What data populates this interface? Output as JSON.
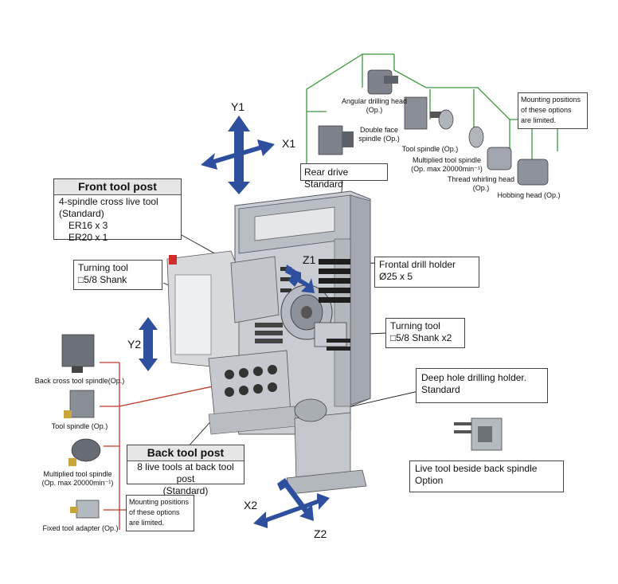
{
  "axes": {
    "y1": "Y1",
    "x1": "X1",
    "z1": "Z1",
    "y2": "Y2",
    "x2": "X2",
    "z2": "Z2"
  },
  "front_tool_post": {
    "title": "Front tool post",
    "lines": [
      "4-spindle cross live tool",
      "(Standard)",
      "ER16 x 3",
      "ER20 x 1"
    ]
  },
  "rear_drive": "Rear drive Standard",
  "turning_tool_left": {
    "lines": [
      "Turning tool",
      "□5/8 Shank"
    ]
  },
  "frontal_drill": {
    "lines": [
      "Frontal drill holder",
      "Ø25 x 5"
    ]
  },
  "turning_tool_right": {
    "lines": [
      "Turning tool",
      "□5/8 Shank x2"
    ]
  },
  "deep_hole": {
    "lines": [
      "Deep hole drilling holder.",
      "Standard"
    ]
  },
  "live_tool_beside": {
    "lines": [
      "Live tool beside back spindle",
      "Option"
    ]
  },
  "back_tool_post": {
    "title": "Back tool post",
    "lines": [
      "8 live tools at back tool post",
      "(Standard)"
    ]
  },
  "mounting_note_top": [
    "Mounting positions",
    "of these options",
    "are limited."
  ],
  "mounting_note_bottom": [
    "Mounting positions",
    "of these options",
    "are limited."
  ],
  "top_options": {
    "angular": [
      "Angular drilling head",
      "(Op.)"
    ],
    "double_face": [
      "Double face",
      "spindle (Op.)"
    ],
    "tool_spindle": [
      "Tool spindle (Op.)"
    ],
    "multiplied": [
      "Multiplied tool spindle",
      "(Op. max 20000min⁻¹)"
    ],
    "thread": [
      "Thread whirling head",
      "(Op.)"
    ],
    "hobbing": [
      "Hobbing head (Op.)"
    ]
  },
  "left_options": {
    "back_cross": [
      "Back cross tool spindle(Op.)"
    ],
    "tool_spindle": [
      "Tool spindle (Op.)"
    ],
    "multiplied": [
      "Multiplied tool spindle",
      "(Op. max 20000min⁻¹)"
    ],
    "fixed_adapter": [
      "Fixed tool adapter (Op.)"
    ]
  },
  "colors": {
    "arrow": "#2e4f9e",
    "green": "#3a9a3a",
    "red": "#c0392b",
    "machine": "#c9ccd2",
    "dark": "#555a62"
  }
}
